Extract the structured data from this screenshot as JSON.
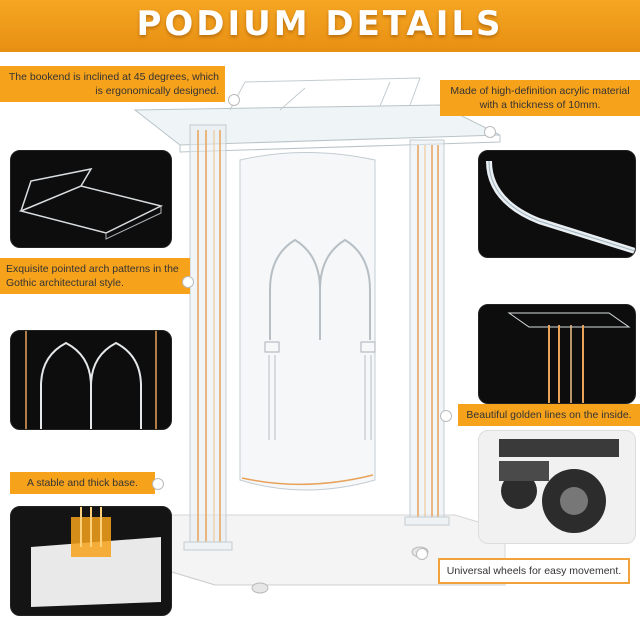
{
  "banner": {
    "title": "PODIUM DETAILS"
  },
  "callouts": {
    "bookend": "The bookend is inclined at 45 degrees, which is ergonomically designed.",
    "acrylic": "Made of high-definition acrylic material with a thickness of 10mm.",
    "arch": "Exquisite pointed arch patterns in the Gothic architectural style.",
    "golden": "Beautiful golden lines on the inside.",
    "base": "A stable and thick base.",
    "wheels": "Universal wheels for easy movement."
  },
  "colors": {
    "accent": "#f7a21b",
    "gold": "#e8a25a",
    "photo_bg": "#0d0d0d"
  }
}
